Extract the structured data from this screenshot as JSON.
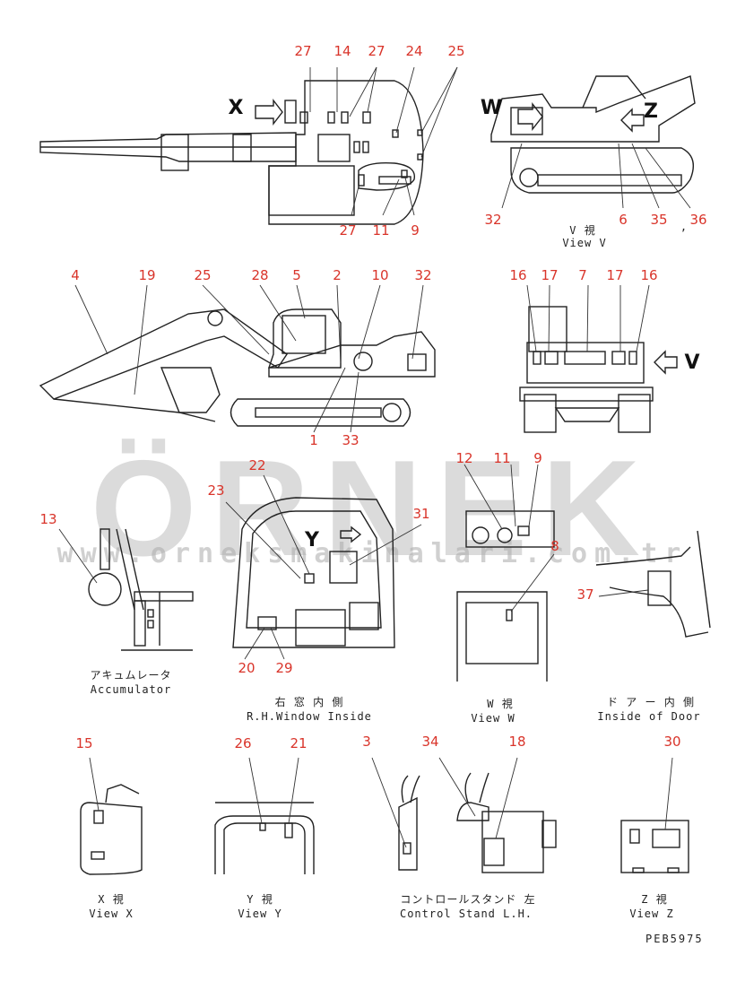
{
  "watermark": {
    "brand": "ÖRNEK",
    "url": "www.orneksmakinalari.com.tr"
  },
  "drawing_code": "PEB5975",
  "direction_marks": {
    "x": "X",
    "w": "W",
    "z": "Z",
    "v": "V",
    "y": "Y"
  },
  "views": {
    "top_view": {
      "labels": [
        "27",
        "14",
        "27",
        "24",
        "25",
        "27",
        "11",
        "9"
      ]
    },
    "view_v_side": {
      "labels": [
        "32",
        "6",
        "35",
        "36"
      ],
      "separator": ",",
      "caption_jp": "V 視",
      "caption_en": "View V"
    },
    "side_view": {
      "labels": [
        "4",
        "19",
        "25",
        "28",
        "5",
        "2",
        "10",
        "32",
        "1",
        "33"
      ]
    },
    "rear_view": {
      "labels": [
        "16",
        "17",
        "7",
        "17",
        "16"
      ]
    },
    "accumulator": {
      "labels": [
        "13"
      ],
      "caption_jp": "アキュムレータ",
      "caption_en": "Accumulator"
    },
    "rh_window_inside": {
      "labels": [
        "22",
        "23",
        "31",
        "20",
        "29"
      ],
      "caption_jp": "右 窓 内 側",
      "caption_en": "R.H.Window Inside"
    },
    "view_w": {
      "labels": [
        "12",
        "11",
        "9",
        "8"
      ],
      "caption_jp": "W 視",
      "caption_en": "View W"
    },
    "inside_of_door": {
      "labels": [
        "37"
      ],
      "caption_jp": "ド ア ー 内 側",
      "caption_en": "Inside of Door"
    },
    "view_x": {
      "labels": [
        "15"
      ],
      "caption_jp": "X 視",
      "caption_en": "View X"
    },
    "view_y": {
      "labels": [
        "26",
        "21"
      ],
      "caption_jp": "Y 視",
      "caption_en": "View Y"
    },
    "control_stand": {
      "labels": [
        "3",
        "34",
        "18"
      ],
      "caption_jp": "コントロールスタンド 左",
      "caption_en": "Control Stand L.H."
    },
    "view_z": {
      "labels": [
        "30"
      ],
      "caption_jp": "Z 視",
      "caption_en": "View Z"
    }
  },
  "colors": {
    "callout": "#d9342a",
    "line": "#222222",
    "watermark": "#aaaaaa",
    "watermark_accent": "#f2d27a"
  }
}
